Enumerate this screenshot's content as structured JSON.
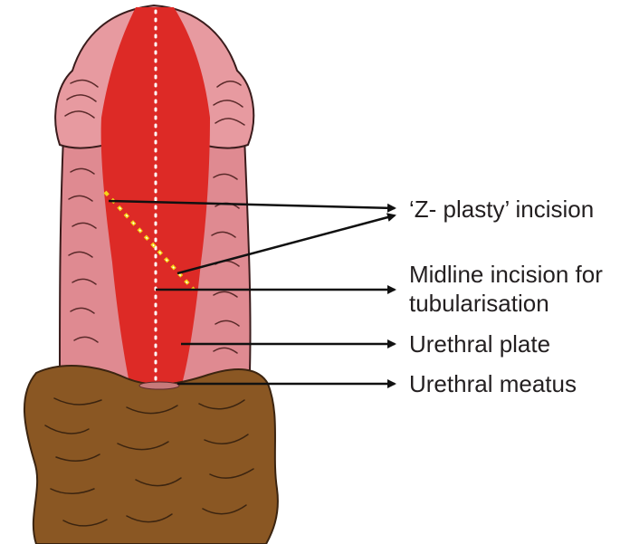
{
  "labels": {
    "z_plasty": "‘Z- plasty’ incision",
    "midline_line1": "Midline incision for",
    "midline_line2": "tubularisation",
    "urethral_plate": "Urethral plate",
    "urethral_meatus": "Urethral meatus"
  },
  "colors": {
    "skin": "#df8a91",
    "skin_shadow": "#cf6f78",
    "glans": "#e79aa0",
    "plate": "#dd2a26",
    "foreskin": "#8a5723",
    "foreskin_lines": "#3b2410",
    "outline": "#3a1c1c",
    "midline_dots": "#ffffff",
    "z_dots": "#f5d417",
    "leader": "#111111"
  }
}
